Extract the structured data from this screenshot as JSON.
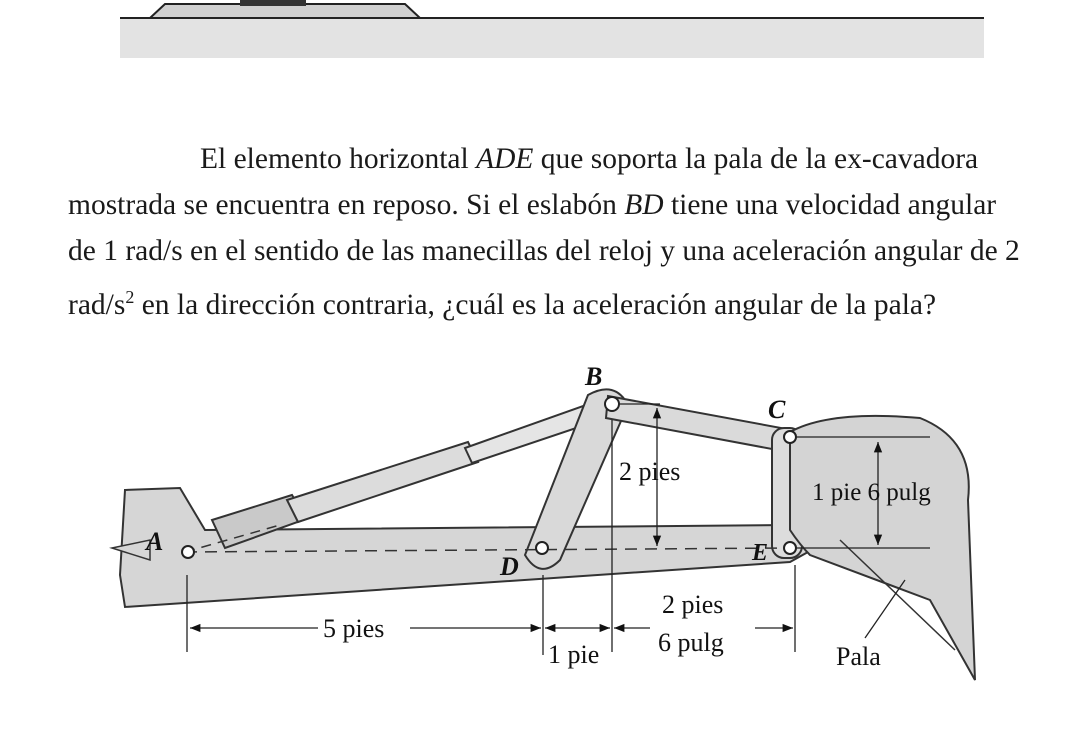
{
  "problem": {
    "part1": "El elemento horizontal ",
    "ade": "ADE",
    "part2": " que soporta la pala de la ex-cavadora mostrada se encuentra en reposo. Si el eslabón ",
    "bd": "BD",
    "part3": " tiene una velocidad angular de 1 rad/s en el sentido de las manecillas del reloj y una aceleración angular de 2 rad/s",
    "sup": "2",
    "part4": " en la dirección contraria, ¿cuál es la aceleración angular de la pala?"
  },
  "figure": {
    "points": {
      "A": "A",
      "B": "B",
      "C": "C",
      "D": "D",
      "E": "E"
    },
    "dimensions": {
      "ad": "5 pies",
      "d_to_b": "1 pie",
      "b_to_e_line1": "2 pies",
      "b_to_e_line2": "6 pulg",
      "b_height": "2 pies",
      "c_height": "1 pie 6 pulg"
    },
    "bucket_label": "Pala"
  }
}
